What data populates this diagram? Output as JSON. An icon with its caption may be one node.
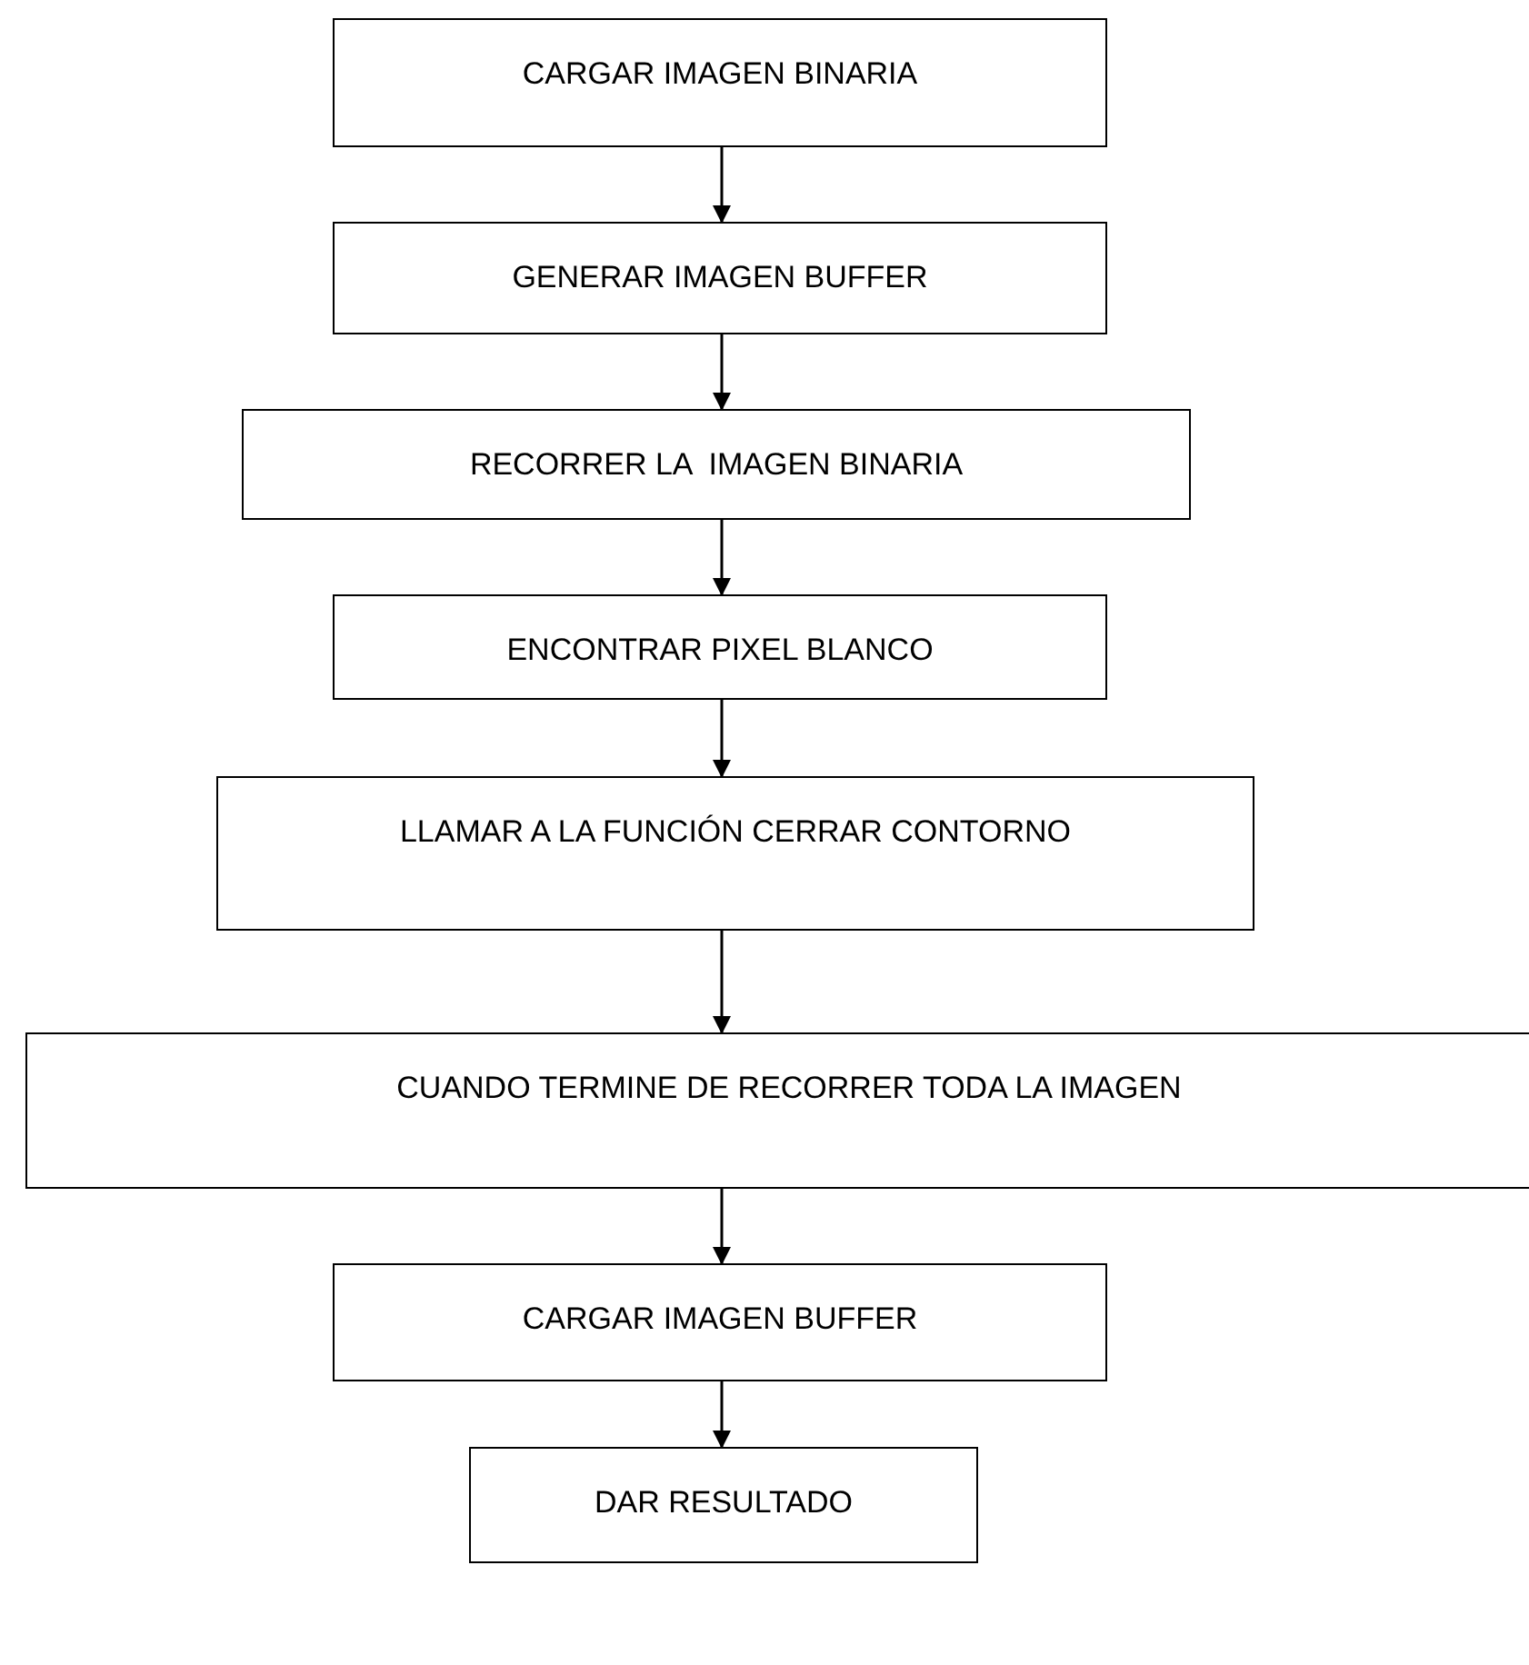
{
  "diagram": {
    "nodes": [
      {
        "text": [
          "CARGAR IMAGEN BINARIA"
        ]
      },
      {
        "text": [
          "GENERAR IMAGEN BUFFER"
        ]
      },
      {
        "text": [
          "RECORRER LA  IMAGEN BINARIA"
        ]
      },
      {
        "text": [
          "ENCONTRAR PIXEL BLANCO"
        ]
      },
      {
        "text": [
          "LLAMAR A LA FUNCIÓN CERRAR CONTORNO"
        ]
      },
      {
        "text": [
          "CUANDO TERMINE DE RECORRER TODA LA IMAGEN"
        ]
      },
      {
        "text": [
          "CARGAR IMAGEN BUFFER"
        ]
      },
      {
        "text": [
          "DAR RESULTADO"
        ]
      }
    ],
    "edges": [
      {
        "from": 0,
        "to": 1,
        "arrow": "to"
      },
      {
        "from": 1,
        "to": 2,
        "arrow": "to"
      },
      {
        "from": 2,
        "to": 3,
        "arrow": "to"
      },
      {
        "from": 3,
        "to": 4,
        "arrow": "to"
      },
      {
        "from": 4,
        "to": 5,
        "arrow": "to"
      },
      {
        "from": 5,
        "to": 6,
        "arrow": "to"
      },
      {
        "from": 6,
        "to": 7,
        "arrow": "to"
      }
    ]
  }
}
